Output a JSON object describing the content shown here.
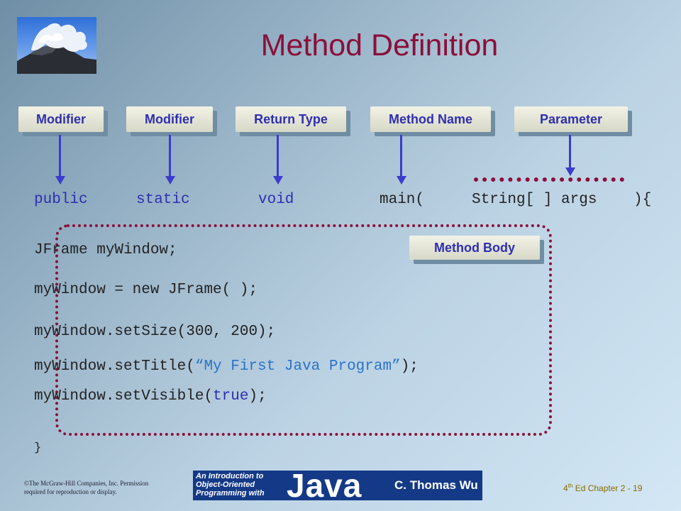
{
  "slide": {
    "title": "Method Definition"
  },
  "labels": {
    "modifier1": "Modifier",
    "modifier2": "Modifier",
    "return_type": "Return Type",
    "method_name": "Method Name",
    "parameter": "Parameter",
    "method_body": "Method Body"
  },
  "signature": {
    "public": "public",
    "static": "static",
    "void": "void",
    "main": "main(",
    "params": "String[ ] args",
    "open": "){"
  },
  "body": {
    "line1": "JFrame myWindow;",
    "line2": "myWindow = new JFrame( );",
    "line3": "myWindow.setSize(300, 200);",
    "line4_prefix": "myWindow.setTitle(",
    "line4_string": "“My First Java Program”",
    "line4_suffix": ");",
    "line5_prefix": "myWindow.setVisible(",
    "line5_keyword": "true",
    "line5_suffix": ");",
    "close": "}"
  },
  "footer": {
    "copyright_line1": "©The McGraw-Hill Companies, Inc. Permission",
    "copyright_line2": "required for reproduction or display.",
    "book_line1": "An Introduction to",
    "book_line2": "Object-Oriented",
    "book_line3": "Programming with",
    "book_java": "Java",
    "book_author": "C. Thomas Wu",
    "chapter_prefix": "4",
    "chapter_sup": "th",
    "chapter_suffix": " Ed Chapter 2 - 19"
  },
  "colors": {
    "title": "#8b0f3a",
    "label_text": "#2f2fb0",
    "keyword": "#2f2fb0",
    "string": "#2a73c8",
    "dotted": "#8b0f3a"
  }
}
